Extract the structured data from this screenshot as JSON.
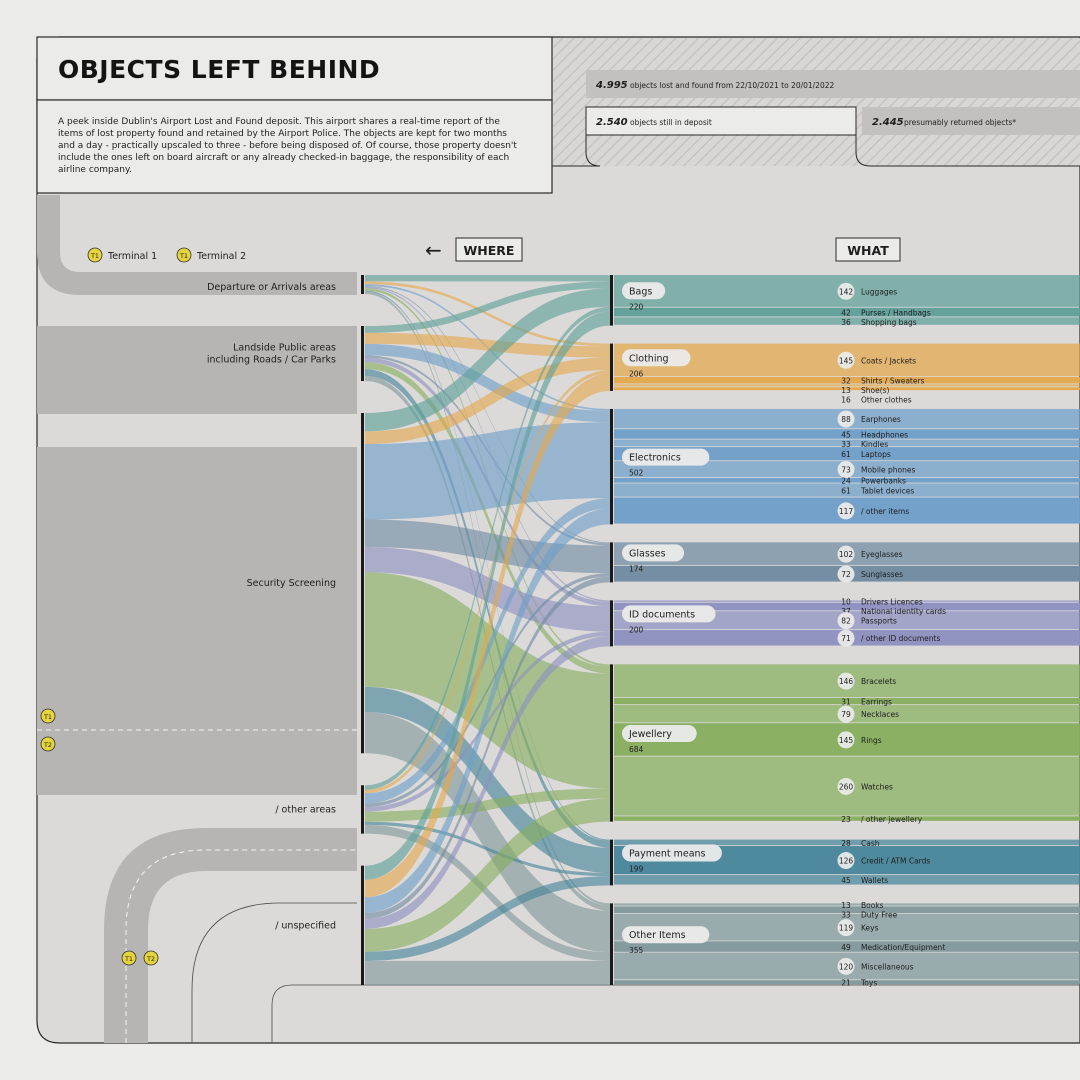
{
  "header": {
    "title": "OBJECTS LEFT BEHIND",
    "description_lines": [
      "A peek inside Dublin's Airport Lost and Found deposit. This airport shares a real-time report of the",
      "items of lost property found and retained by the Airport Police. The objects are kept for two months",
      "and a day - practically upscaled to three - before being disposed of. Of course, those property doesn't",
      "include the ones left on board aircraft or any already checked-in baggage, the responsibility of each",
      "airline company."
    ]
  },
  "stats": {
    "total_value": "4.995",
    "total_label": "objects lost and found from 22/10/2021 to 20/01/2022",
    "deposit_value": "2.540",
    "deposit_label": "objects still in deposit",
    "returned_value": "2.445",
    "returned_label": "presumably returned objects*"
  },
  "legend": {
    "t1_badge": "T1",
    "t1_label": "Terminal 1",
    "t2_badge": "T1",
    "t2_label": "Terminal 2"
  },
  "map_badges": {
    "security_t1": "T1",
    "security_t2": "T2",
    "road_t1": "T1",
    "road_t2": "T2"
  },
  "labels": {
    "where": "WHERE",
    "what": "WHAT",
    "where_arrow": "←"
  },
  "colors": {
    "Bags": "#5e9f98",
    "Clothing": "#e3a84a",
    "Electronics": "#6d9ec8",
    "Glasses": "#6f8aa1",
    "ID documents": "#8c8fc0",
    "Jewellery": "#86ae5d",
    "Payment means": "#46859a",
    "Other Items": "#7f989b",
    "background": "#ebebea",
    "panel": "#dcdad9",
    "road": "#b5b3b1"
  },
  "chart_data": {
    "type": "sankey",
    "sources": [
      {
        "name": "Departure or Arrivals areas",
        "lines": [
          "Departure or Arrivals areas"
        ]
      },
      {
        "name": "Landside Public areas including Roads / Car Parks",
        "lines": [
          "Landside Public areas",
          "including Roads / Car Parks"
        ]
      },
      {
        "name": "Security Screening",
        "lines": [
          "Security Screening"
        ]
      },
      {
        "name": "/ other areas",
        "lines": [
          "/ other areas"
        ]
      },
      {
        "name": "/ unspecified",
        "lines": [
          "/ unspecified"
        ]
      }
    ],
    "categories": [
      {
        "name": "Bags",
        "total": "220",
        "items": [
          {
            "value": 142,
            "label": "Luggages"
          },
          {
            "value": 42,
            "label": "Purses / Handbags"
          },
          {
            "value": 36,
            "label": "Shopping bags"
          }
        ]
      },
      {
        "name": "Clothing",
        "total": "206",
        "items": [
          {
            "value": 145,
            "label": "Coats / Jackets"
          },
          {
            "value": 32,
            "label": "Shirts / Sweaters"
          },
          {
            "value": 13,
            "label": "Shoe(s)"
          },
          {
            "value": 16,
            "label": "Other clothes"
          }
        ]
      },
      {
        "name": "Electronics",
        "total": "502",
        "items": [
          {
            "value": 88,
            "label": "Earphones"
          },
          {
            "value": 45,
            "label": "Headphones"
          },
          {
            "value": 33,
            "label": "Kindles"
          },
          {
            "value": 61,
            "label": "Laptops"
          },
          {
            "value": 73,
            "label": "Mobile phones"
          },
          {
            "value": 24,
            "label": "Powerbanks"
          },
          {
            "value": 61,
            "label": "Tablet devices"
          },
          {
            "value": 117,
            "label": "/ other items"
          }
        ]
      },
      {
        "name": "Glasses",
        "total": "174",
        "items": [
          {
            "value": 102,
            "label": "Eyeglasses"
          },
          {
            "value": 72,
            "label": "Sunglasses"
          }
        ]
      },
      {
        "name": "ID documents",
        "total": "200",
        "items": [
          {
            "value": 10,
            "label": "Drivers Licences"
          },
          {
            "value": 37,
            "label": "National identity cards"
          },
          {
            "value": 82,
            "label": "Passports"
          },
          {
            "value": 71,
            "label": "/ other ID documents"
          }
        ]
      },
      {
        "name": "Jewellery",
        "total": "684",
        "items": [
          {
            "value": 146,
            "label": "Bracelets"
          },
          {
            "value": 31,
            "label": "Earrings"
          },
          {
            "value": 79,
            "label": "Necklaces"
          },
          {
            "value": 145,
            "label": "Rings"
          },
          {
            "value": 260,
            "label": "Watches"
          },
          {
            "value": 23,
            "label": "/ other jewellery"
          }
        ]
      },
      {
        "name": "Payment means",
        "total": "199",
        "items": [
          {
            "value": 28,
            "label": "Cash"
          },
          {
            "value": 126,
            "label": "Credit / ATM Cards"
          },
          {
            "value": 45,
            "label": "Wallets"
          }
        ]
      },
      {
        "name": "Other Items",
        "total": "355",
        "items": [
          {
            "value": 13,
            "label": "Books"
          },
          {
            "value": 33,
            "label": "Duty Free"
          },
          {
            "value": 119,
            "label": "Keys"
          },
          {
            "value": 49,
            "label": "Medication/Equipment"
          },
          {
            "value": 120,
            "label": "Miscellaneous"
          },
          {
            "value": 21,
            "label": "Toys"
          }
        ]
      }
    ],
    "flows": [
      [
        28,
        12,
        8,
        4,
        6,
        10,
        5,
        10
      ],
      [
        30,
        48,
        50,
        10,
        20,
        30,
        30,
        22
      ],
      [
        80,
        55,
        330,
        120,
        110,
        500,
        110,
        180
      ],
      [
        20,
        15,
        45,
        15,
        20,
        44,
        14,
        38
      ],
      [
        62,
        76,
        69,
        25,
        44,
        100,
        40,
        105
      ]
    ]
  }
}
